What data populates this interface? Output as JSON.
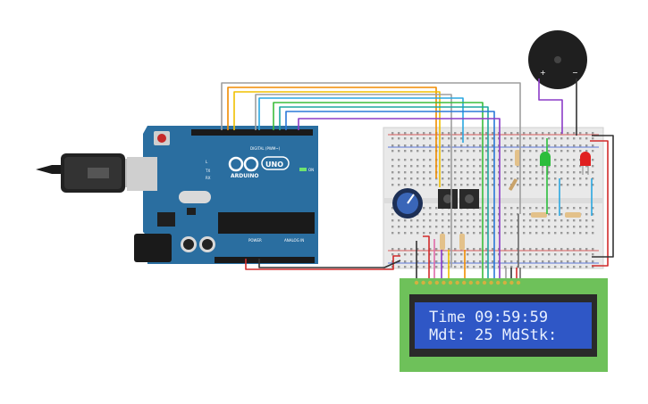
{
  "board": {
    "brand": "ARDUINO",
    "model": "UNO",
    "header_digital": "DIGITAL (PWM~)",
    "header_power": "POWER",
    "header_analog": "ANALOG IN",
    "on_label": "ON",
    "tx_label": "TX",
    "rx_label": "RX",
    "l_label": "L"
  },
  "buzzer": {
    "plus": "+",
    "minus": "−"
  },
  "lcd": {
    "line1": "Time 09:59:59",
    "line2": "Mdt: 25 MdStk:"
  },
  "colors": {
    "board_blue": "#2a6ea0",
    "lcd_bezel": "#6ec15a",
    "lcd_screen": "#2f57c6",
    "breadboard": "#e9e9e9",
    "wire_red": "#d12b2b",
    "wire_black": "#333333"
  }
}
